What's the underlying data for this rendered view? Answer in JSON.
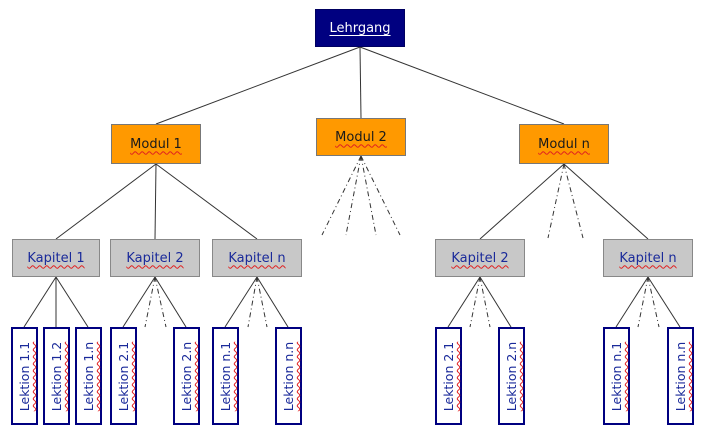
{
  "root": {
    "label": "Lehrgang"
  },
  "modules": [
    {
      "label": "Modul 1"
    },
    {
      "label": "Modul 2"
    },
    {
      "label": "Modul n"
    }
  ],
  "chapters": [
    {
      "label": "Kapitel 1"
    },
    {
      "label": "Kapitel 2"
    },
    {
      "label": "Kapitel n"
    },
    {
      "label": "Kapitel 2"
    },
    {
      "label": "Kapitel n"
    }
  ],
  "lessons": [
    {
      "label": "Lektion 1.1"
    },
    {
      "label": "Lektion 1.2"
    },
    {
      "label": "Lektion 1.n"
    },
    {
      "label": "Lektion 2.1"
    },
    {
      "label": "Lektion 2.n"
    },
    {
      "label": "Lektion n.1"
    },
    {
      "label": "Lektion n.n"
    },
    {
      "label": "Lektion 2.1"
    },
    {
      "label": "Lektion 2.n"
    },
    {
      "label": "Lektion n.1"
    },
    {
      "label": "Lektion n.n"
    }
  ],
  "colors": {
    "root_fill": "#000080",
    "module_fill": "#ff9900",
    "chapter_fill": "#c8c8c8",
    "lesson_border": "#000080",
    "link_text": "#1a2a9a"
  }
}
